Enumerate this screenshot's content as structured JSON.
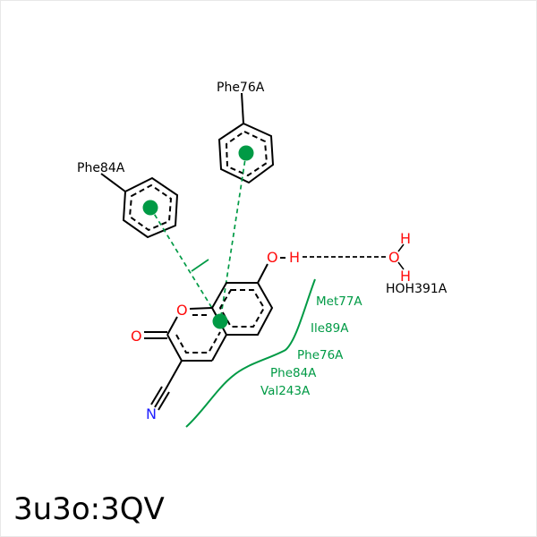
{
  "title": "3u3o:3QV",
  "residues": {
    "phe76_ring": "Phe76A",
    "phe84_ring": "Phe84A",
    "water": "HOH391A"
  },
  "atoms": {
    "hydroxyl_O": "O",
    "hydroxyl_H": "H",
    "ring_O": "O",
    "carbonyl_O": "O",
    "nitrile_N": "N",
    "water_O": "O",
    "water_H1": "H",
    "water_H2": "H"
  },
  "hydrophobic_contacts": [
    "Met77A",
    "Ile89A",
    "Phe76A",
    "Phe84A",
    "Val243A"
  ],
  "colors": {
    "interaction": "#009a45",
    "oxygen": "#ff0d0d",
    "nitrogen": "#1e1eff",
    "bond": "#000000"
  }
}
